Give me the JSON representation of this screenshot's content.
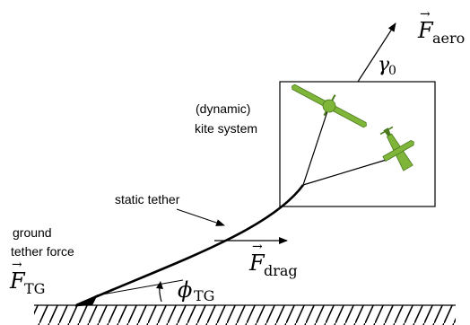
{
  "labels": {
    "kite_line1": "(dynamic)",
    "kite_line2": "kite system",
    "static_tether": "static tether",
    "ground_line1": "ground",
    "ground_line2": "tether force"
  },
  "symbols": {
    "f_aero": {
      "base": "F",
      "sub": "aero"
    },
    "gamma0": {
      "base": "γ",
      "sub": "0"
    },
    "f_drag": {
      "base": "F",
      "sub": "drag"
    },
    "f_tg": {
      "base": "F",
      "sub": "TG"
    },
    "phi_tg": {
      "base": "ϕ",
      "sub": "TG"
    },
    "vector_mark": "→"
  },
  "colors": {
    "kite_green": "#7fb539",
    "kite_green_dark": "#4a7a1c",
    "line": "#000000"
  }
}
